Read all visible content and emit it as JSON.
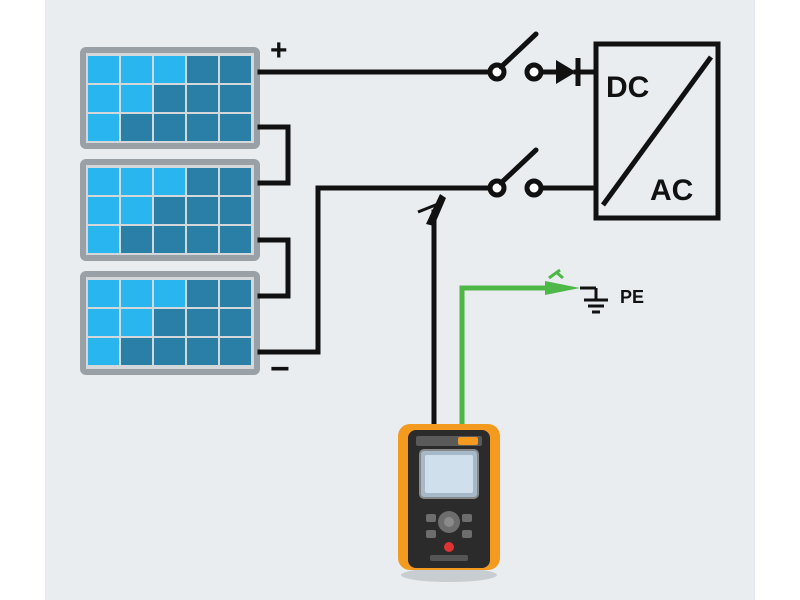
{
  "labels": {
    "positive": "+",
    "negative": "−",
    "inverter_top": "DC",
    "inverter_bottom": "AC",
    "ground": "PE"
  },
  "colors": {
    "background": "#e9edf0",
    "wire": "#111111",
    "ground_wire": "#4db848",
    "panel_frame": "#9aa1a6",
    "panel_cell_light": "#29b6ee",
    "panel_cell_dark": "#2a7fa6",
    "instrument_body": "#2b2b2b",
    "instrument_accent": "#f39a1f"
  },
  "icons": {
    "panels": [
      "solar-panel-icon",
      "solar-panel-icon",
      "solar-panel-icon"
    ],
    "switches": [
      "switch-icon",
      "switch-icon"
    ],
    "diode": "diode-icon",
    "inverter": "inverter-icon",
    "ground": "ground-icon",
    "probes": [
      "probe-clip-icon",
      "probe-clip-icon"
    ],
    "tester": "multifunction-tester-icon"
  }
}
